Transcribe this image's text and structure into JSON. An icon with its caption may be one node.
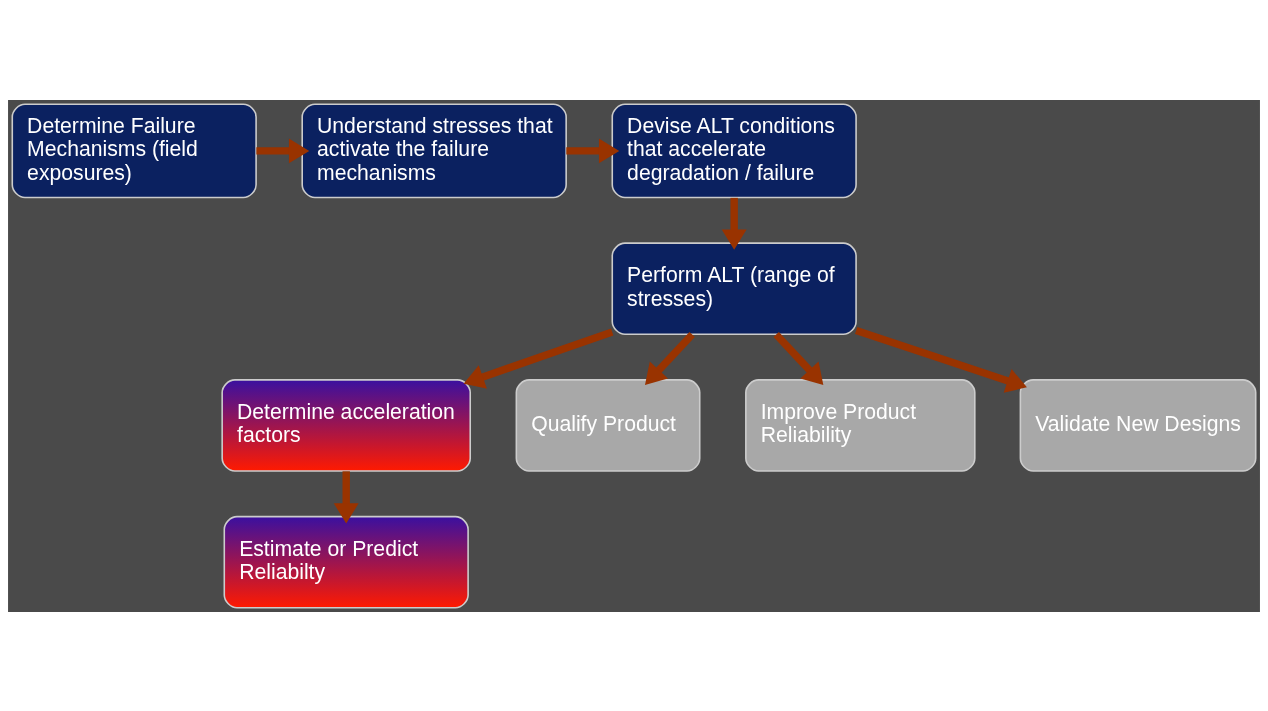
{
  "diagram": {
    "nodes": [
      {
        "text": [
          "Determine Failure Mechanisms (field exposures)"
        ]
      },
      {
        "text": [
          "Understand stresses that activate the failure mechanisms"
        ]
      },
      {
        "text": [
          "Devise ALT conditions that accelerate degradation / failure"
        ]
      },
      {
        "text": [
          "Perform ALT (range of stresses)"
        ]
      },
      {
        "text": [
          "Determine acceleration factors"
        ]
      },
      {
        "text": [
          "Estimate or Predict Reliabilty"
        ]
      },
      {
        "text": [
          "Qualify Product"
        ]
      },
      {
        "text": [
          "Improve Product Reliability"
        ]
      },
      {
        "text": [
          "Validate New Designs"
        ]
      }
    ],
    "edges": [
      {
        "from": 0,
        "to": 1,
        "arrow": "to"
      },
      {
        "from": 1,
        "to": 2,
        "arrow": "to"
      },
      {
        "from": 2,
        "to": 3,
        "arrow": "to"
      },
      {
        "from": 3,
        "to": 4,
        "arrow": "to"
      },
      {
        "from": 4,
        "to": 5,
        "arrow": "to"
      },
      {
        "from": 3,
        "to": 6,
        "arrow": "to"
      },
      {
        "from": 3,
        "to": 7,
        "arrow": "to"
      },
      {
        "from": 3,
        "to": 8,
        "arrow": "to"
      }
    ]
  }
}
